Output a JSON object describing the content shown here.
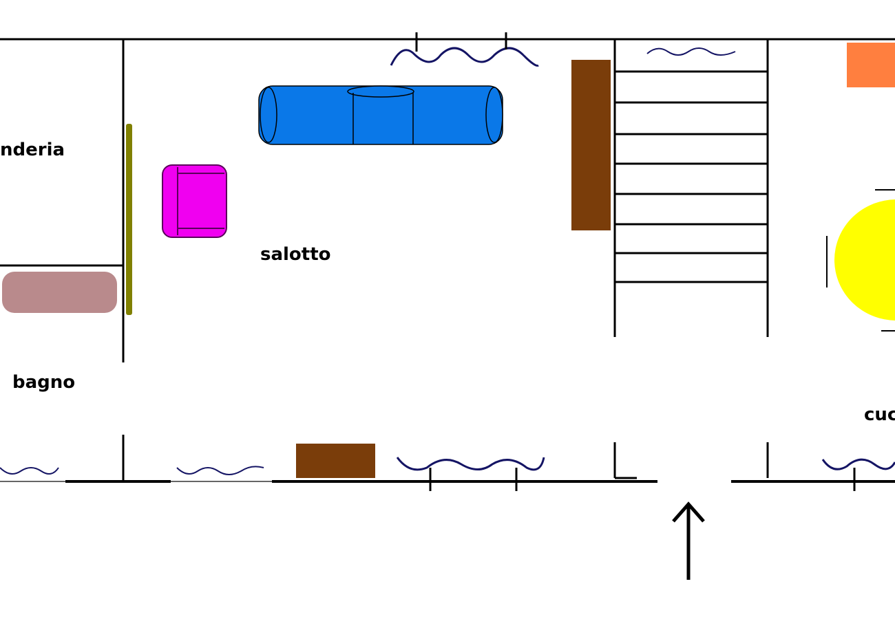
{
  "rooms": {
    "laundry": "nderia",
    "living_room": "salotto",
    "bathroom": "bagno",
    "kitchen": "cuc"
  },
  "colors": {
    "wall": "#000000",
    "sofa": "#0a78e8",
    "armchair": "#f000f0",
    "cabinet": "#7a3d0a",
    "door": "#808000",
    "bathtub": "#b98a8c",
    "kitchen_counter": "#ff7f3f",
    "table": "#ffff00",
    "curtain": "#141464"
  }
}
